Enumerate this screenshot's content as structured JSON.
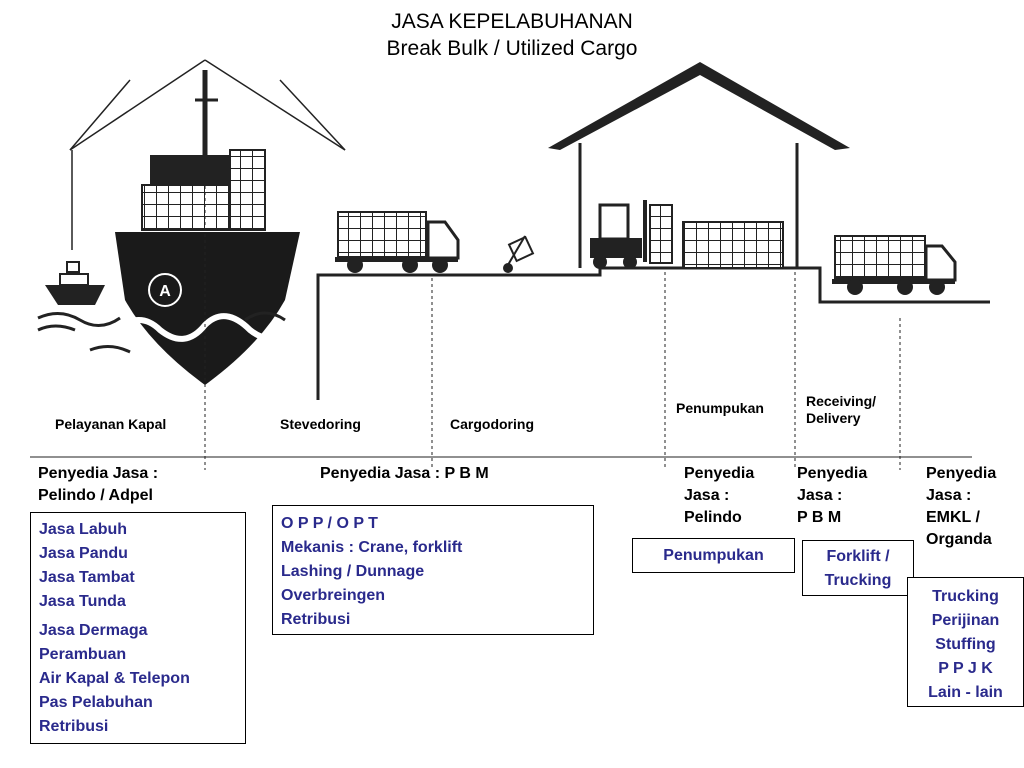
{
  "title": {
    "line1": "JASA KEPELABUHANAN",
    "line2": "Break Bulk / Utilized Cargo"
  },
  "illustration": {
    "ship_emblem": "A"
  },
  "stages": {
    "pelayanan_kapal": "Pelayanan Kapal",
    "stevedoring": "Stevedoring",
    "cargodoring": "Cargodoring",
    "penumpukan": "Penumpukan",
    "receiving_line1": "Receiving/",
    "receiving_line2": "Delivery"
  },
  "providers": {
    "pelindo_adpel": [
      "Penyedia Jasa :",
      "Pelindo / Adpel"
    ],
    "pbm_main": "Penyedia Jasa :  P B M",
    "pelindo": [
      "Penyedia",
      "Jasa :",
      "Pelindo"
    ],
    "pbm": [
      "Penyedia",
      "Jasa :",
      "P B M"
    ],
    "emkl": [
      "Penyedia",
      "Jasa :",
      "EMKL /",
      "Organda"
    ]
  },
  "boxes": {
    "kapal": [
      "Jasa Labuh",
      "Jasa Pandu",
      "Jasa Tambat",
      "Jasa Tunda",
      "Jasa Dermaga",
      "Perambuan",
      "Air Kapal & Telepon",
      "Pas Pelabuhan",
      "Retribusi"
    ],
    "stevedoring": [
      "O P P  /  O P T",
      "Mekanis : Crane, forklift",
      "Lashing / Dunnage",
      "Overbreingen",
      "Retribusi"
    ],
    "penumpukan": "Penumpukan",
    "forklift": [
      "Forklift /",
      "Trucking"
    ],
    "emkl": [
      "Trucking",
      "Perijinan",
      "Stuffing",
      "P P J K",
      "Lain - lain"
    ]
  }
}
